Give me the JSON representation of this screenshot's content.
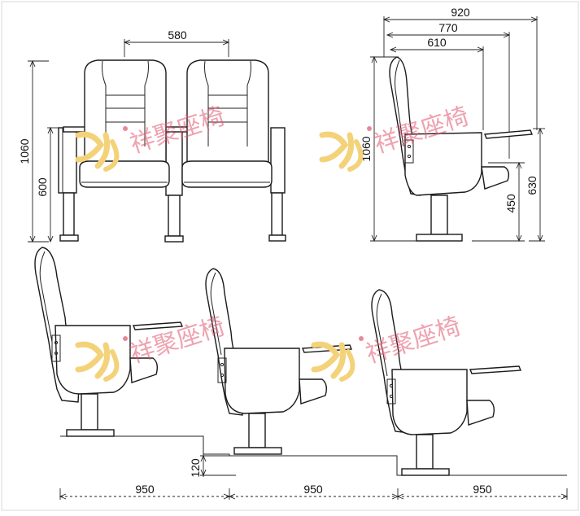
{
  "front_view": {
    "width_label": "580",
    "height_label": "1060",
    "seat_height_label": "600"
  },
  "side_view": {
    "depth_total_label": "920",
    "depth_mid_label": "770",
    "depth_inner_label": "610",
    "height_label": "1060",
    "seat_label": "450",
    "armrest_label": "630"
  },
  "tiered_view": {
    "row_spacing_labels": [
      "950",
      "950",
      "950"
    ],
    "step_height_label": "120"
  },
  "watermark": {
    "text": "祥聚座椅",
    "logo_color": "#f3d27a",
    "text_color": "#e0566f"
  }
}
